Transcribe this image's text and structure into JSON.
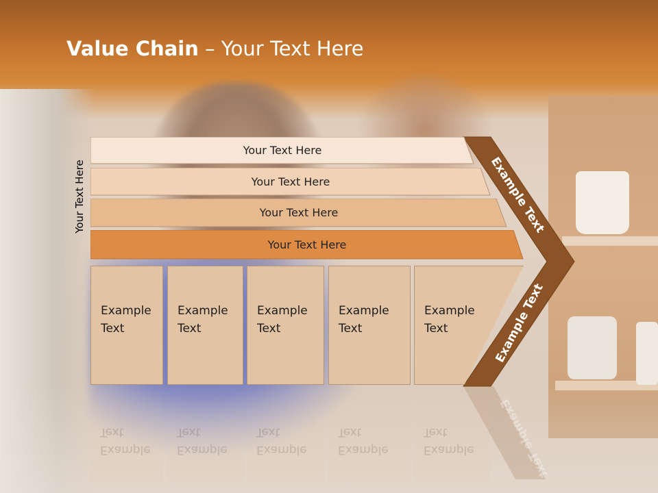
{
  "title": {
    "bold": "Value Chain",
    "rest": " – Your Text Here"
  },
  "side_label": "Your Text Here",
  "bars": [
    {
      "label": "Your Text Here",
      "color": "#f7e6d6"
    },
    {
      "label": "Your Text Here",
      "color": "#f1d2b5"
    },
    {
      "label": "Your Text Here",
      "color": "#e7b98e"
    },
    {
      "label": "Your Text Here",
      "color": "#de8c45"
    }
  ],
  "boxes": [
    {
      "line1": "Example",
      "line2": "Text"
    },
    {
      "line1": "Example",
      "line2": "Text"
    },
    {
      "line1": "Example",
      "line2": "Text"
    },
    {
      "line1": "Example",
      "line2": "Text"
    },
    {
      "line1": "Example",
      "line2": "Text"
    }
  ],
  "chevron_top_label": "Example Text",
  "chevron_bottom_label": "Example Text",
  "colors": {
    "chevron": "#8c5426",
    "box_fill": "#e2c4a4",
    "header": "#c4742d"
  }
}
